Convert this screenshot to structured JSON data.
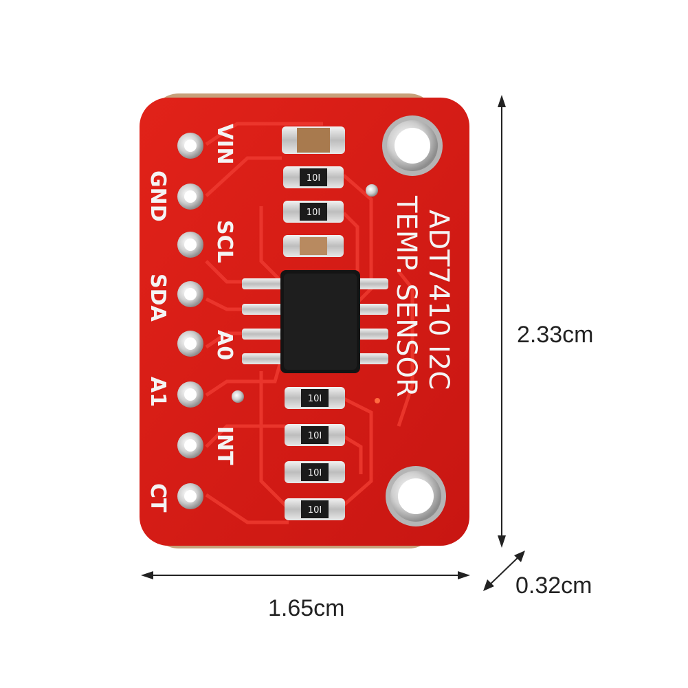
{
  "board": {
    "title": "ADT7410 I2C",
    "subtitle": "TEMP. SENSOR",
    "pins": [
      "VIN",
      "GND",
      "SCL",
      "SDA",
      "A0",
      "A1",
      "INT",
      "CT"
    ],
    "resistor_marking": "10I",
    "pcb_color": "#d81c17",
    "trace_color": "#ee3a30"
  },
  "dimensions": {
    "width": "1.65cm",
    "height": "2.33cm",
    "thickness": "0.32cm"
  }
}
